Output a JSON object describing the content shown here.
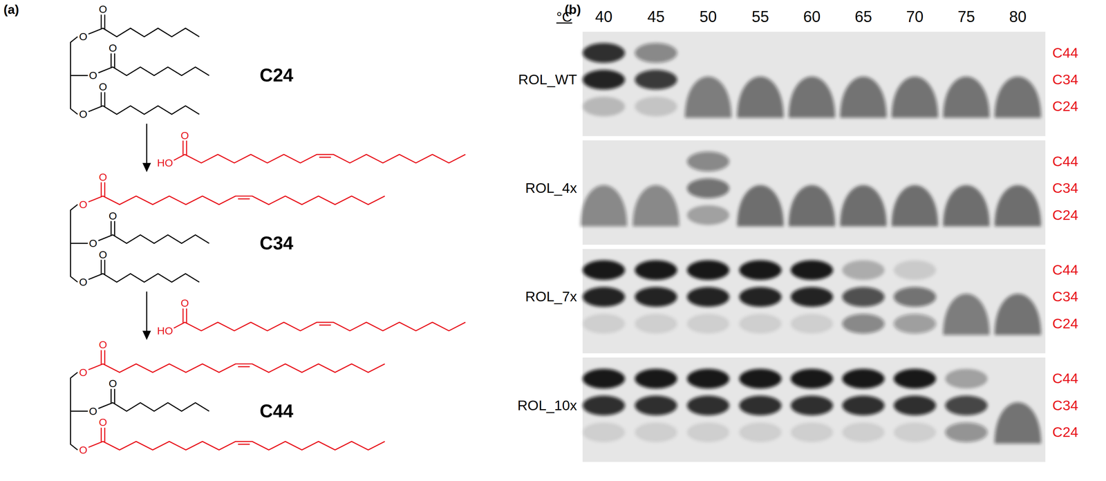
{
  "diagram": {
    "labels": [
      "(a)",
      "O",
      "O",
      "O",
      "O",
      "O",
      "O",
      "C24",
      "O",
      "HO",
      "O",
      "O",
      "O",
      "O",
      "O",
      "O",
      "C34",
      "O",
      "HO",
      "O",
      "O",
      "O",
      "O",
      "O",
      "O",
      "C44",
      "(b)",
      "°C",
      "40",
      "45",
      "50",
      "55",
      "60",
      "65",
      "70",
      "75",
      "80",
      "ROL_WT",
      "C44",
      "C34",
      "C24",
      "ROL_4x",
      "C44",
      "C34",
      "C24",
      "ROL_7x",
      "C44",
      "C34",
      "C24",
      "ROL_10x",
      "C44",
      "C34",
      "C24"
    ]
  }
}
